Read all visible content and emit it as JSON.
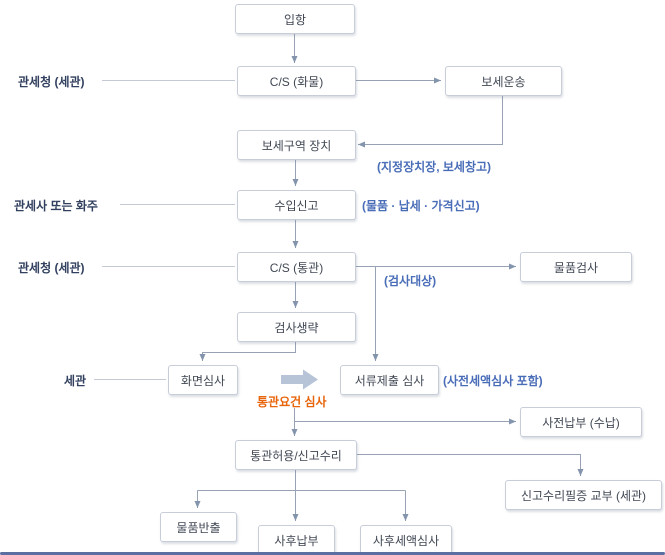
{
  "nodes": {
    "arrival": "입항",
    "cs_cargo": "C/S (화물)",
    "bonded_transport": "보세운송",
    "bonded_area_storage": "보세구역 장치",
    "import_declaration": "수입신고",
    "cs_clearance": "C/S (통관)",
    "goods_inspection": "물품검사",
    "inspection_omitted": "검사생략",
    "screen_review": "화면심사",
    "document_submission_review": "서류제출 심사",
    "advance_payment": "사전납부 (수납)",
    "clearance_approval": "통관허용/신고수리",
    "acceptance_certificate": "신고수리필증 교부 (세관)",
    "goods_release": "물품반출",
    "post_payment": "사후납부",
    "post_tax_review": "사후세액심사"
  },
  "side_labels": {
    "customs_office_top": "관세청 (세관)",
    "broker_or_owner": "관세사 또는 화주",
    "customs_office_mid": "관세청 (세관)",
    "customs": "세관"
  },
  "notes": {
    "storage_note": "(지정장치장, 보세창고)",
    "declaration_note": "(물품 · 납세 · 가격신고)",
    "inspection_target_note": "(검사대상)",
    "pre_tax_review_note": "(사전세액심사 포함)",
    "clearance_requirement_review": "통관요건 심사"
  },
  "colors": {
    "box_border": "#c7cdd9",
    "box_text": "#414854",
    "side_label_text": "#32405f",
    "note_text": "#4a6db8",
    "connector_line": "#97a2b4",
    "accent_orange": "#e8650c",
    "block_arrow": "#b7c3d7",
    "bottom_rule": "#5b6fa0"
  }
}
